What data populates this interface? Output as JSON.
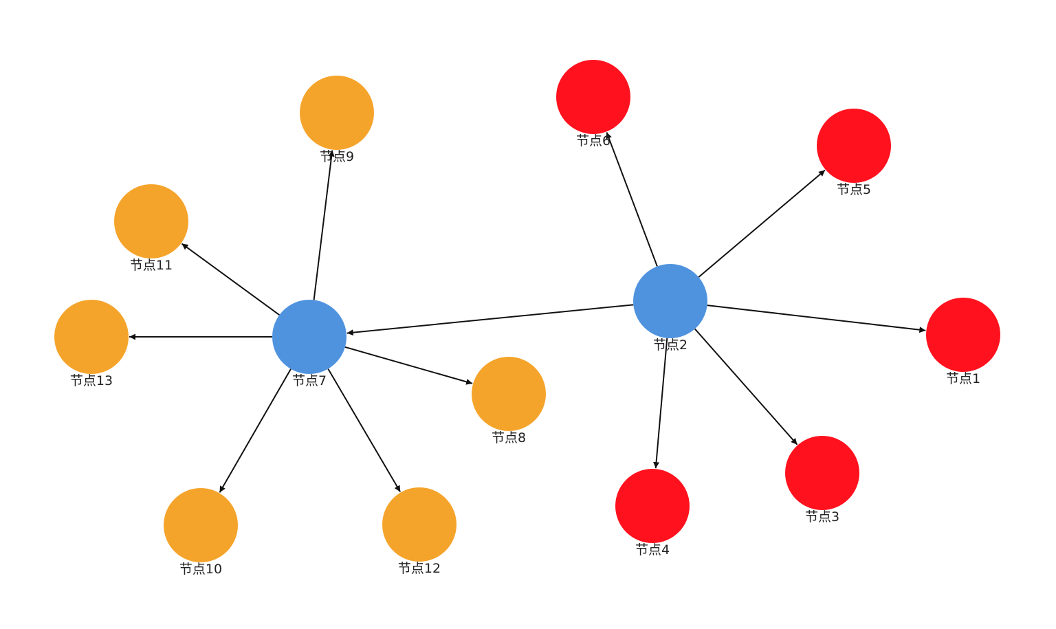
{
  "graph": {
    "colors": {
      "hub": "#4F93DF",
      "leaf_left": "#F5A42B",
      "leaf_right": "#FF111E",
      "edge": "#111111"
    },
    "nodes": [
      {
        "id": "n1",
        "label": "节点1",
        "group": "leaf_right"
      },
      {
        "id": "n2",
        "label": "节点2",
        "group": "hub"
      },
      {
        "id": "n3",
        "label": "节点3",
        "group": "leaf_right"
      },
      {
        "id": "n4",
        "label": "节点4",
        "group": "leaf_right"
      },
      {
        "id": "n5",
        "label": "节点5",
        "group": "leaf_right"
      },
      {
        "id": "n6",
        "label": "节点6",
        "group": "leaf_right"
      },
      {
        "id": "n7",
        "label": "节点7",
        "group": "hub"
      },
      {
        "id": "n8",
        "label": "节点8",
        "group": "leaf_left"
      },
      {
        "id": "n9",
        "label": "节点9",
        "group": "leaf_left"
      },
      {
        "id": "n10",
        "label": "节点10",
        "group": "leaf_left"
      },
      {
        "id": "n11",
        "label": "节点11",
        "group": "leaf_left"
      },
      {
        "id": "n12",
        "label": "节点12",
        "group": "leaf_left"
      },
      {
        "id": "n13",
        "label": "节点13",
        "group": "leaf_left"
      }
    ],
    "edges": [
      {
        "from": "n2",
        "to": "n1"
      },
      {
        "from": "n2",
        "to": "n3"
      },
      {
        "from": "n2",
        "to": "n4"
      },
      {
        "from": "n2",
        "to": "n5"
      },
      {
        "from": "n2",
        "to": "n6"
      },
      {
        "from": "n2",
        "to": "n7"
      },
      {
        "from": "n7",
        "to": "n8"
      },
      {
        "from": "n7",
        "to": "n9"
      },
      {
        "from": "n7",
        "to": "n10"
      },
      {
        "from": "n7",
        "to": "n11"
      },
      {
        "from": "n7",
        "to": "n12"
      },
      {
        "from": "n7",
        "to": "n13"
      }
    ]
  }
}
